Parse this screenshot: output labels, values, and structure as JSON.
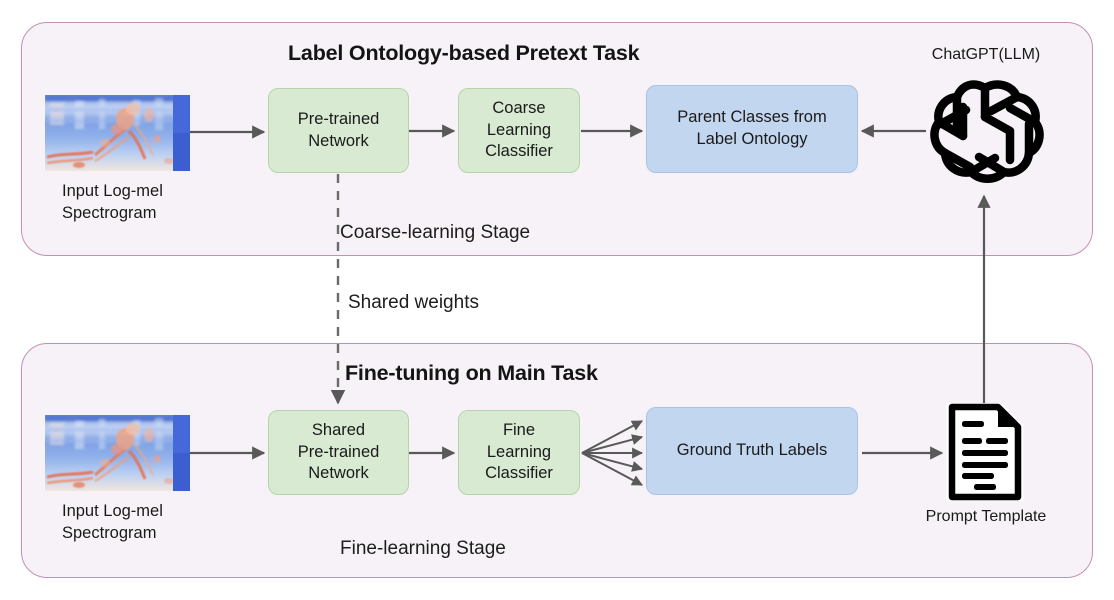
{
  "figure": {
    "type": "flow-diagram",
    "background": "#ffffff",
    "panel_fill": "#f7f2f7",
    "panel_stroke": "#c291b4",
    "green_fill": "#d9ead3",
    "blue_fill": "#c3d6f0",
    "arrow_color": "#595959"
  },
  "coarse_stage": {
    "title": "Label Ontology-based Pretext Task",
    "caption": "Coarse-learning Stage",
    "input": {
      "icon": "log-mel-spectrogram-image",
      "caption": "Input Log-mel\nSpectrogram",
      "caption_line1": "Input Log-mel",
      "caption_line2": "Spectrogram"
    },
    "nodes": [
      {
        "id": "pretrained-network",
        "label": "Pre-trained\nNetwork",
        "label_line1": "Pre-trained",
        "label_line2": "Network",
        "color": "green"
      },
      {
        "id": "coarse-learning-classifier",
        "label": "Coarse\nLearning\nClassifier",
        "label_line1": "Coarse",
        "label_line2": "Learning",
        "label_line3": "Classifier",
        "color": "green"
      },
      {
        "id": "parent-classes",
        "label": "Parent Classes from\nLabel Ontology",
        "label_line1": "Parent Classes from",
        "label_line2": "Label Ontology",
        "color": "blue"
      }
    ],
    "llm": {
      "icon": "chatgpt-logo-icon",
      "caption": "ChatGPT(LLM)"
    }
  },
  "fine_stage": {
    "title": "Fine-tuning on Main Task",
    "caption": "Fine-learning Stage",
    "input": {
      "icon": "log-mel-spectrogram-image",
      "caption": "Input Log-mel\nSpectrogram",
      "caption_line1": "Input Log-mel",
      "caption_line2": "Spectrogram"
    },
    "nodes": [
      {
        "id": "shared-pretrained-network",
        "label": "Shared\nPre-trained\nNetwork",
        "label_line1": "Shared",
        "label_line2": "Pre-trained",
        "label_line3": "Network",
        "color": "green"
      },
      {
        "id": "fine-learning-classifier",
        "label": "Fine\nLearning\nClassifier",
        "label_line1": "Fine",
        "label_line2": "Learning",
        "label_line3": "Classifier",
        "color": "green"
      },
      {
        "id": "ground-truth-labels",
        "label": "Ground Truth Labels",
        "label_line1": "Ground Truth Labels",
        "color": "blue"
      }
    ],
    "prompt": {
      "icon": "document-icon",
      "caption": "Prompt Template"
    }
  },
  "connectors": {
    "shared_weights_label": "Shared weights",
    "fan_arrow_count": 5
  }
}
